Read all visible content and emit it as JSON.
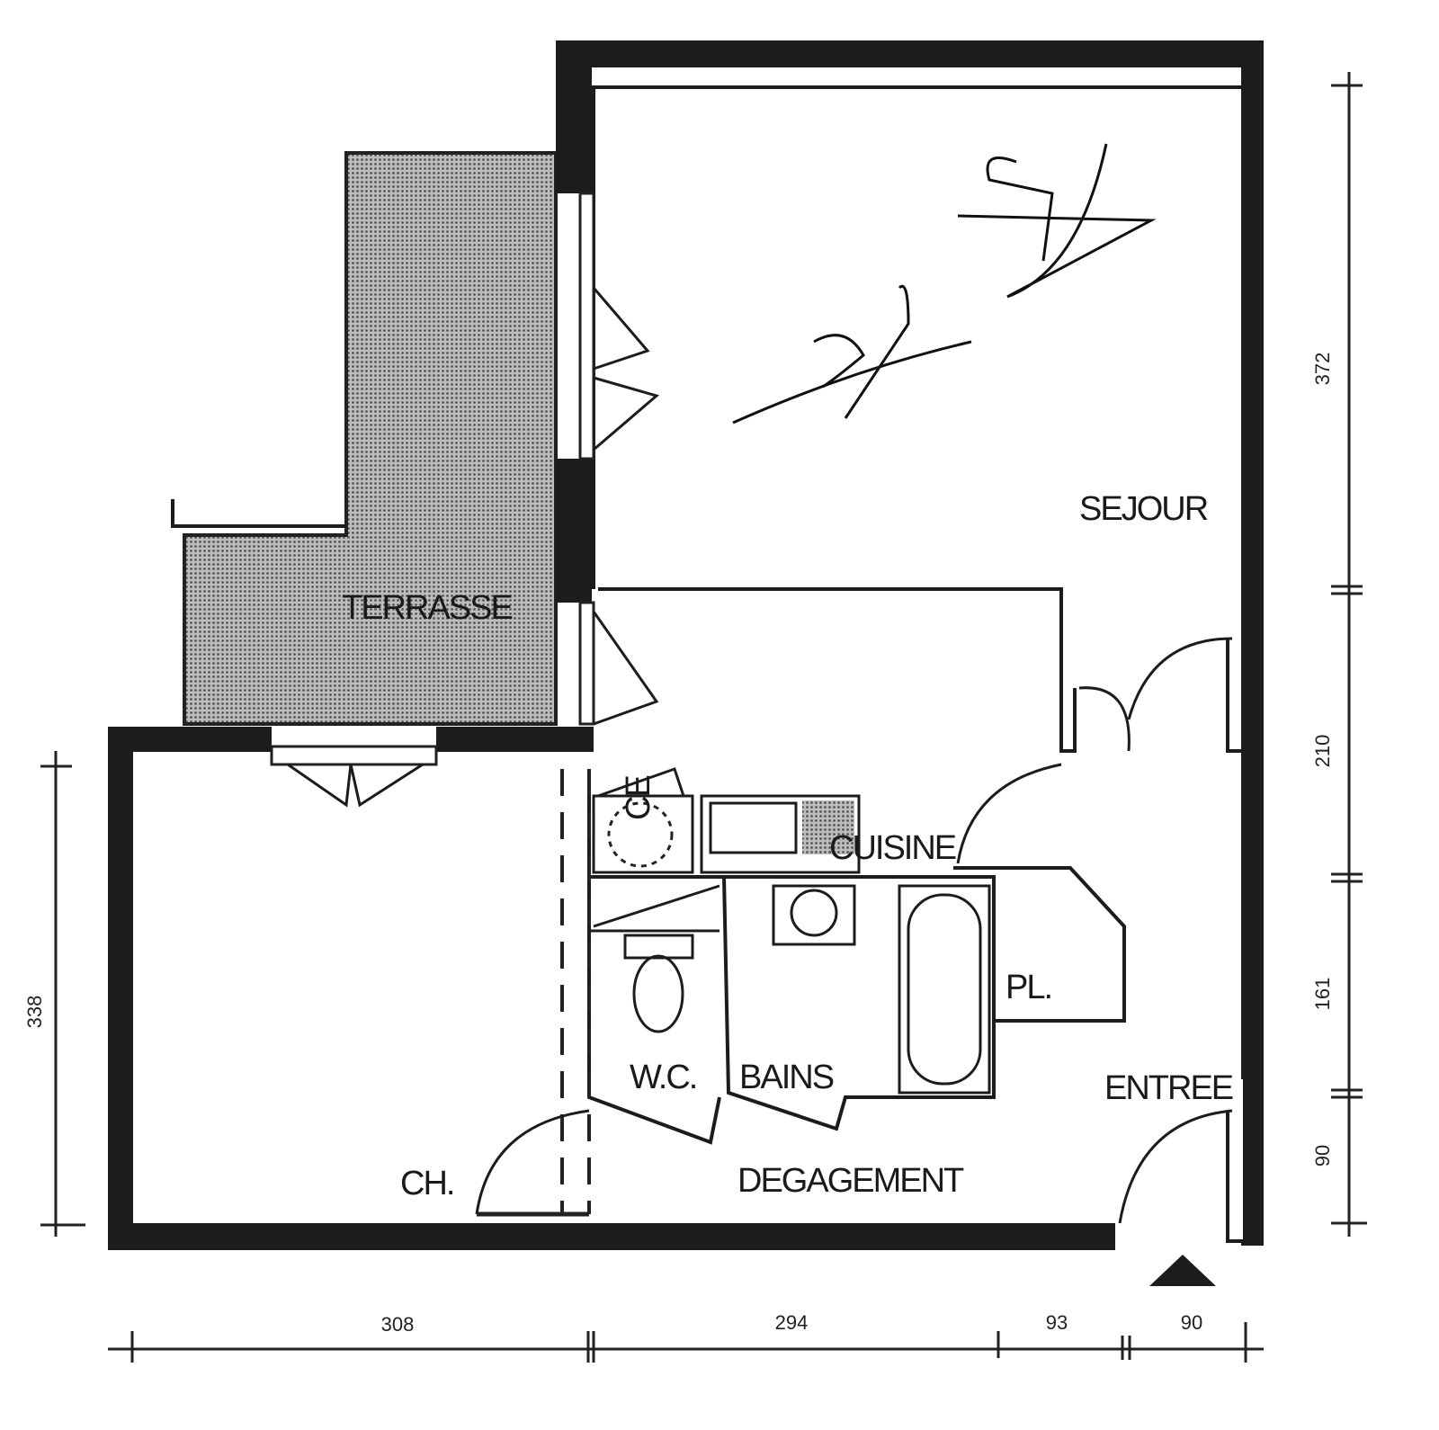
{
  "plan": {
    "rooms": {
      "sejour": "SEJOUR",
      "terrasse": "TERRASSE",
      "cuisine": "CUISINE",
      "ce": "CE",
      "placard": "PL.",
      "wc": "W.C.",
      "bains": "BAINS",
      "entree": "ENTREE",
      "chambre": "CH.",
      "degagement": "DEGAGEMENT"
    },
    "dimensions": {
      "right": [
        "372",
        "210",
        "161",
        "90"
      ],
      "left": [
        "338"
      ],
      "bottom": [
        "308",
        "294",
        "93",
        "90"
      ]
    },
    "colors": {
      "wall": "#1c1c1c",
      "terrace": "#9a9a9a"
    }
  }
}
